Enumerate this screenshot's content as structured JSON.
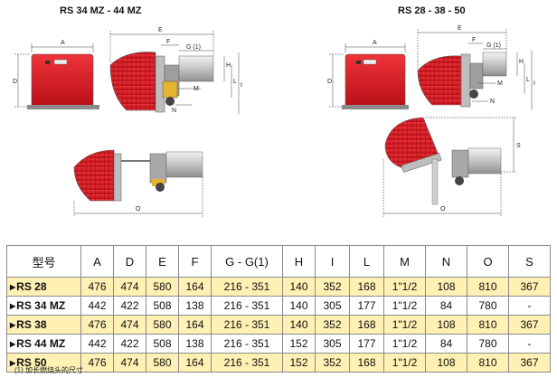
{
  "titles": {
    "left": "RS 34 MZ - 44 MZ",
    "right": "RS 28 - 38 - 50"
  },
  "dim_labels": {
    "A": "A",
    "D": "D",
    "E": "E",
    "F": "F",
    "G": "G (1)",
    "H": "H",
    "I": "I",
    "L": "L",
    "M": "M",
    "N": "N",
    "O": "O",
    "S": "S"
  },
  "table": {
    "headers": [
      "型号",
      "A",
      "D",
      "E",
      "F",
      "G - G(1)",
      "H",
      "I",
      "L",
      "M",
      "N",
      "O",
      "S"
    ],
    "rows": [
      {
        "model": "RS 28",
        "values": [
          "476",
          "474",
          "580",
          "164",
          "216 - 351",
          "140",
          "352",
          "168",
          "1\"1/2",
          "108",
          "810",
          "367"
        ]
      },
      {
        "model": "RS 34 MZ",
        "values": [
          "442",
          "422",
          "508",
          "138",
          "216 - 351",
          "140",
          "305",
          "177",
          "1\"1/2",
          "84",
          "780",
          "-"
        ]
      },
      {
        "model": "RS 38",
        "values": [
          "476",
          "474",
          "580",
          "164",
          "216 - 351",
          "140",
          "352",
          "168",
          "1\"1/2",
          "108",
          "810",
          "367"
        ]
      },
      {
        "model": "RS 44 MZ",
        "values": [
          "442",
          "422",
          "508",
          "138",
          "216 - 351",
          "152",
          "305",
          "177",
          "1\"1/2",
          "84",
          "780",
          "-"
        ]
      },
      {
        "model": "RS 50",
        "values": [
          "476",
          "474",
          "580",
          "164",
          "216 - 351",
          "152",
          "352",
          "168",
          "1\"1/2",
          "108",
          "810",
          "367"
        ]
      }
    ]
  },
  "footnote": "(1) 加长燃烧头的尺寸",
  "colors": {
    "burner_red": "#d8141d",
    "highlight_row": "#fff0b3",
    "pipe_grey": "#c9c9c9"
  }
}
